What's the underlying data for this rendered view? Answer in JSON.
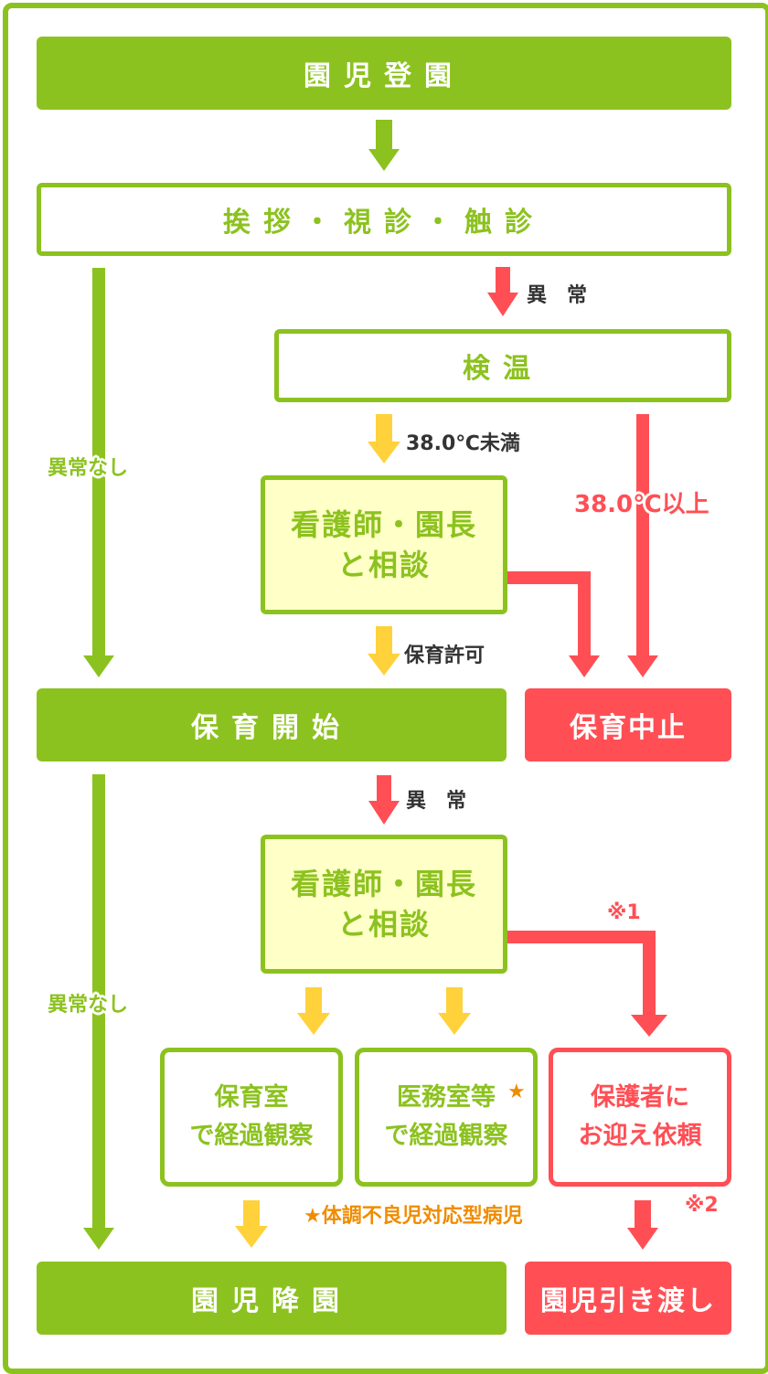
{
  "colors": {
    "green": "#8cc21f",
    "red": "#ff4f55",
    "yellow": "#ffd23c",
    "orange": "#f08c00",
    "consult_bg": "#ffffc8"
  },
  "steps": {
    "arrival": "園児登園",
    "greeting": "挨拶・視診・触診",
    "temperature": "検温",
    "consult1_line1": "看護師・園長",
    "consult1_line2": "と相談",
    "care_start": "保育開始",
    "care_stop": "保育中止",
    "consult2_line1": "看護師・園長",
    "consult2_line2": "と相談",
    "obs_nursery_line1": "保育室",
    "obs_nursery_line2": "で経過観察",
    "obs_medical_line1": "医務室等",
    "obs_medical_line2": "で経過観察",
    "parent_line1": "保護者に",
    "parent_line2": "お迎え依頼",
    "departure": "園児降園",
    "handover": "園児引き渡し"
  },
  "labels": {
    "abnormal1": "異　常",
    "no_abnormal1": "異常なし",
    "under_38": "38.0℃未満",
    "over_38": "38.0℃以上",
    "care_permit": "保育許可",
    "abnormal2": "異　常",
    "no_abnormal2": "異常なし",
    "note1": "※1",
    "note2": "※2",
    "star": "★",
    "sick_child_note": "★体調不良児対応型病児"
  }
}
